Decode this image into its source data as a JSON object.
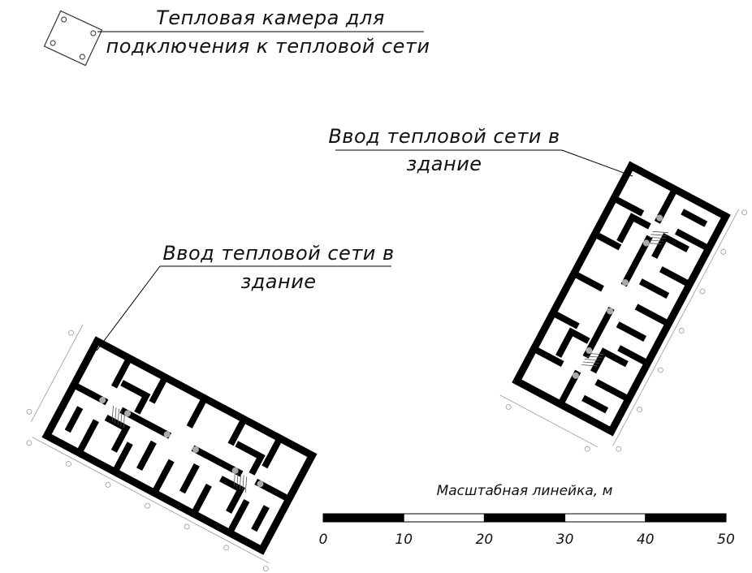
{
  "legend": {
    "label_line1": "Тепловая камера для",
    "label_line2": "подключения к тепловой сети"
  },
  "callouts": [
    {
      "line1": "Ввод тепловой сети в",
      "line2": "здание"
    },
    {
      "line1": "Ввод тепловой сети в",
      "line2": "здание"
    }
  ],
  "scale_bar": {
    "title": "Масштабная линейка, м",
    "ticks": [
      "0",
      "10",
      "20",
      "30",
      "40",
      "50"
    ],
    "segments": [
      "black",
      "white",
      "black",
      "white",
      "black"
    ]
  }
}
